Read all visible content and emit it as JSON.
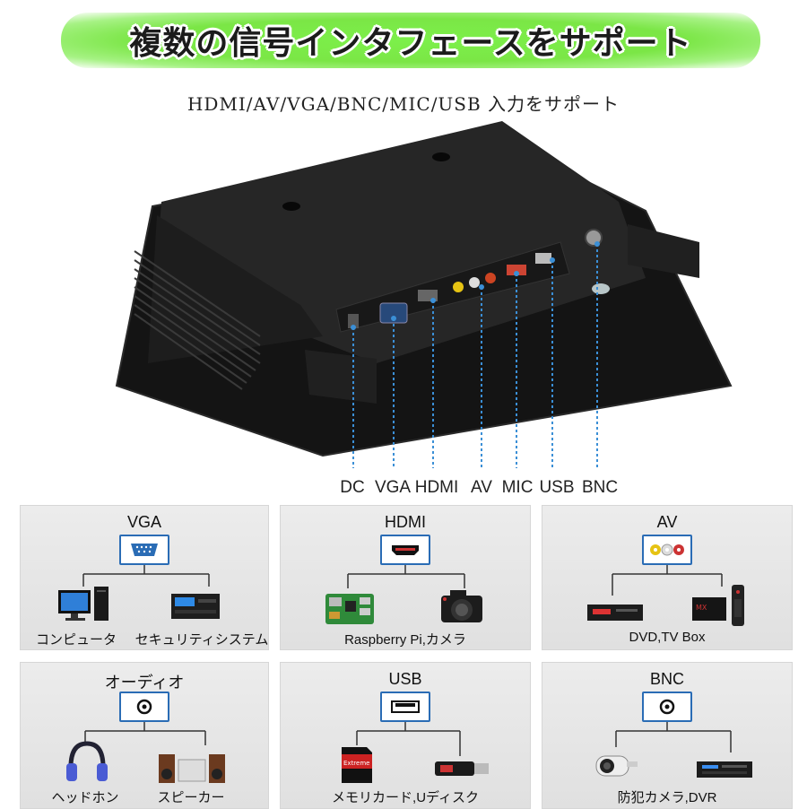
{
  "banner": {
    "title": "複数の信号インタフェースをサポート"
  },
  "subtitle": "HDMI/AV/VGA/BNC/MIC/USB 入力をサポート",
  "ports": [
    "DC",
    "VGA",
    "HDMI",
    "AV",
    "MIC",
    "USB",
    "BNC"
  ],
  "panels": [
    {
      "title": "VGA",
      "port_icon": "vga-port-icon",
      "devices": [
        "コンピュータ",
        "セキュリティシステム"
      ],
      "device_icons": [
        "computer-icon",
        "security-dvr-icon"
      ]
    },
    {
      "title": "HDMI",
      "port_icon": "hdmi-port-icon",
      "devices": [
        "Raspberry Pi,カメラ"
      ],
      "device_icons": [
        "raspberry-pi-icon",
        "camera-icon"
      ]
    },
    {
      "title": "AV",
      "port_icon": "av-rca-port-icon",
      "devices": [
        "DVD,TV Box"
      ],
      "device_icons": [
        "dvd-player-icon",
        "tv-box-icon"
      ]
    },
    {
      "title": "オーディオ",
      "port_icon": "audio-jack-icon",
      "devices": [
        "ヘッドホン",
        "スピーカー"
      ],
      "device_icons": [
        "headphones-icon",
        "speakers-icon"
      ]
    },
    {
      "title": "USB",
      "port_icon": "usb-port-icon",
      "devices": [
        "メモリカード,Uディスク"
      ],
      "device_icons": [
        "sd-card-icon",
        "usb-stick-icon"
      ]
    },
    {
      "title": "BNC",
      "port_icon": "bnc-port-icon",
      "devices": [
        "防犯カメラ,DVR"
      ],
      "device_icons": [
        "cctv-camera-icon",
        "dvr-icon"
      ]
    }
  ],
  "colors": {
    "banner_green": "#7be646",
    "port_border": "#2a6cb5",
    "leader_line": "#3b8fd6",
    "panel_bg": "#e6e6e6"
  }
}
